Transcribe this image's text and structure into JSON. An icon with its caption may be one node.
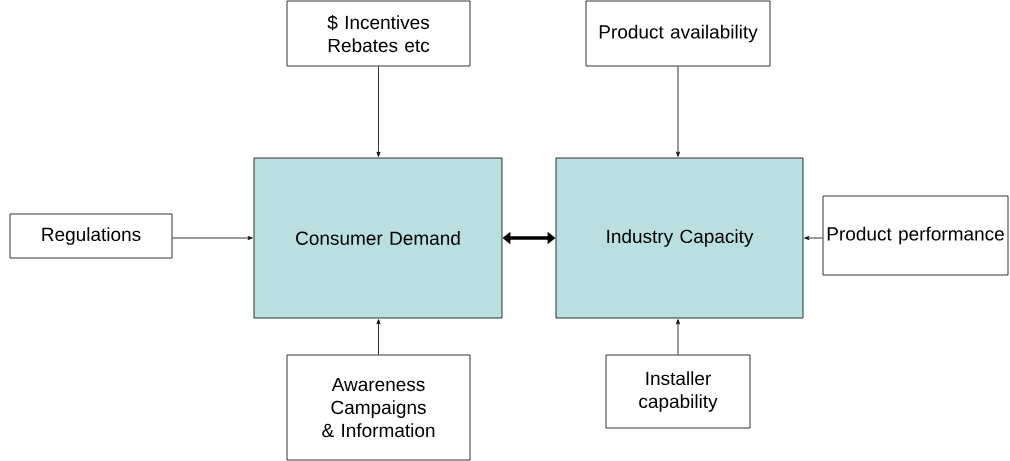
{
  "diagram": {
    "nodes": [
      {
        "text": [
          "$ Incentives Rebates etc"
        ]
      },
      {
        "text": [
          "Product availability"
        ]
      },
      {
        "text": [
          "Regulations"
        ]
      },
      {
        "text": [
          "Consumer Demand"
        ]
      },
      {
        "text": [
          "Industry Capacity"
        ]
      },
      {
        "text": [
          "Product performance"
        ]
      },
      {
        "text": [
          "Awareness Campaigns & Information"
        ]
      },
      {
        "text": [
          "Installer capability"
        ]
      }
    ],
    "edges": [
      {
        "from": 0,
        "to": 3,
        "arrow": "to"
      },
      {
        "from": 1,
        "to": 4,
        "arrow": "to"
      },
      {
        "from": 2,
        "to": 3,
        "arrow": "to"
      },
      {
        "from": 3,
        "to": 4,
        "arrow": "both",
        "style": "thick"
      },
      {
        "from": 5,
        "to": 4,
        "arrow": "to"
      },
      {
        "from": 6,
        "to": 3,
        "arrow": "to"
      },
      {
        "from": 7,
        "to": 4,
        "arrow": "to"
      }
    ]
  }
}
